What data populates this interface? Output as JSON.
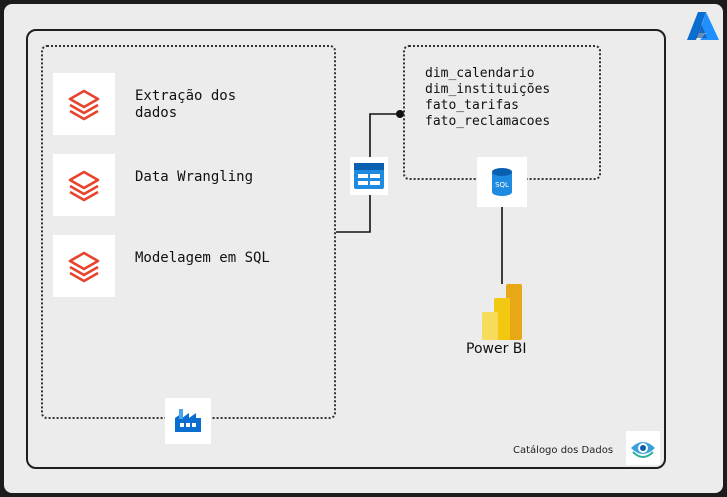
{
  "pipeline": {
    "steps": [
      {
        "label": "Extração dos dados",
        "icon": "databricks-icon"
      },
      {
        "label": "Data Wrangling",
        "icon": "databricks-icon"
      },
      {
        "label": "Modelagem em SQL",
        "icon": "databricks-icon"
      }
    ],
    "orchestrator_icon": "data-factory-icon"
  },
  "storage": {
    "icon": "storage-table-icon"
  },
  "warehouse": {
    "tables": [
      "dim_calendario",
      "dim_instituições",
      "fato_tarifas",
      "fato_reclamacoes"
    ],
    "sql_icon": "sql-database-icon",
    "sql_badge": "SQL"
  },
  "powerbi": {
    "label": "Power BI",
    "icon": "power-bi-icon"
  },
  "catalog": {
    "label": "Catálogo dos Dados",
    "icon": "purview-eye-icon"
  },
  "cloud": {
    "icon": "azure-logo-icon"
  },
  "colors": {
    "databricks": "#e8432d",
    "azure_blue": "#0078d4",
    "powerbi_yellow": "#f2c811"
  }
}
